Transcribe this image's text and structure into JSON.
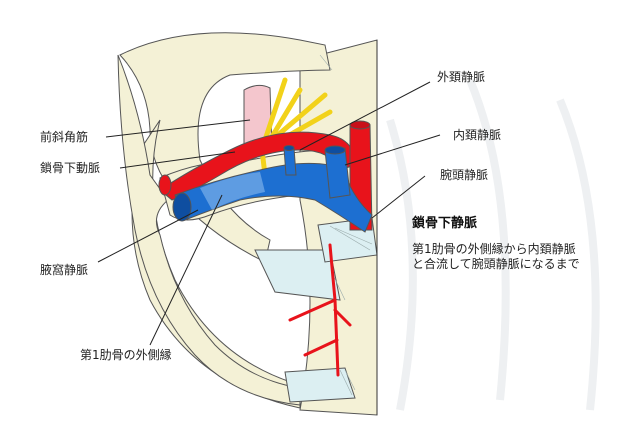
{
  "labels": {
    "scalene": "前斜角筋",
    "subclavian_artery": "鎖骨下動脈",
    "axillary_vein": "腋窩静脈",
    "first_rib_lateral": "第1肋骨の外側縁",
    "external_jugular": "外頚静脈",
    "internal_jugular": "内頚静脈",
    "brachiocephalic": "腕頭静脈"
  },
  "heading": "鎖骨下静脈",
  "description": {
    "line1": "第1肋骨の外側縁から内頚静脈",
    "line2": "と合流して腕頭静脈になるまで"
  },
  "colors": {
    "bone": "#f4f1d6",
    "cartilage": "#dceff2",
    "artery": "#e8131b",
    "vein": "#1d6fd1",
    "nerve": "#f2d21a",
    "muscle": "#f4c6cd"
  }
}
